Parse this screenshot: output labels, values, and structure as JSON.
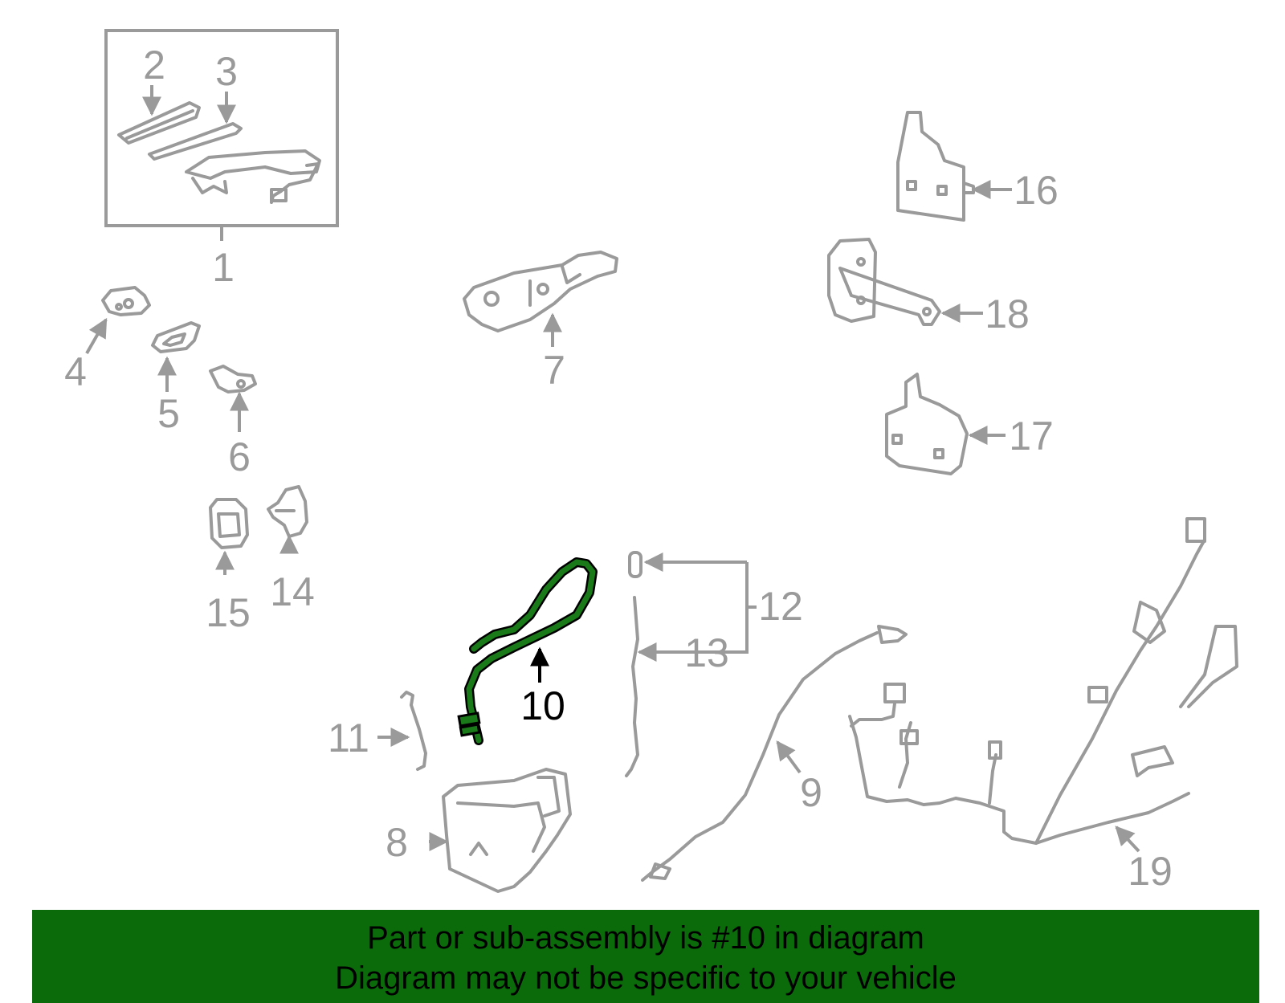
{
  "colors": {
    "banner_bg": "#0b6b0b",
    "highlight_part": "#1a7a1a",
    "outline": "#9a9a9a",
    "highlight_label": "#000000"
  },
  "callouts": {
    "c1": "1",
    "c2": "2",
    "c3": "3",
    "c4": "4",
    "c5": "5",
    "c6": "6",
    "c7": "7",
    "c8": "8",
    "c9": "9",
    "c10": "10",
    "c11": "11",
    "c12": "12",
    "c13": "13",
    "c14": "14",
    "c15": "15",
    "c16": "16",
    "c17": "17",
    "c18": "18",
    "c19": "19"
  },
  "highlighted_part": "10",
  "banner": {
    "line1": "Part or sub-assembly is #10 in diagram",
    "line2": "Diagram may not be specific to your vehicle"
  }
}
